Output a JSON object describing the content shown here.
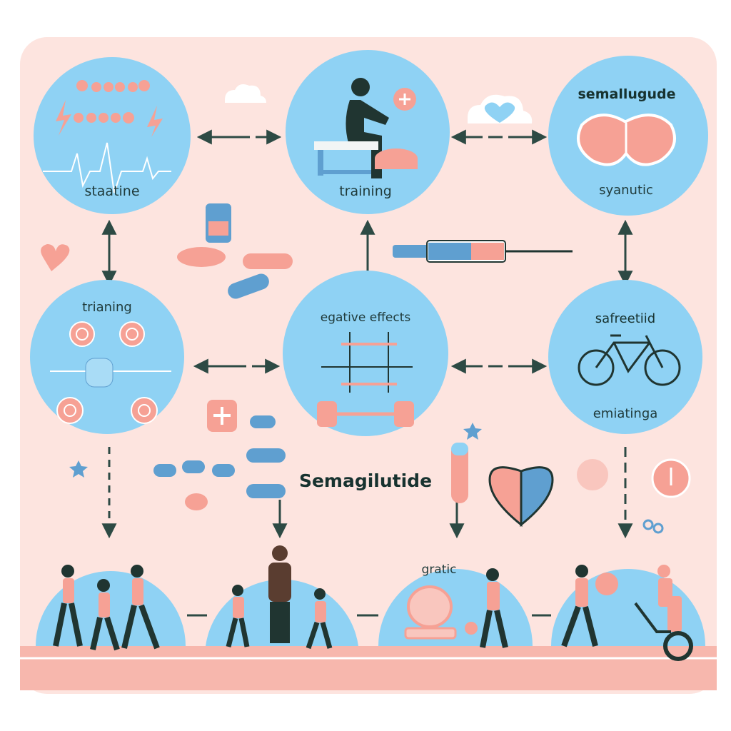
{
  "nodes": {
    "top_left": "staatine",
    "top_center": "training",
    "top_right_title": "semallugude",
    "top_right_sub": "syanutic",
    "mid_left": "trianing",
    "mid_center": "egative effects",
    "mid_right_title": "safreetiid",
    "mid_right_sub": "emiatinga",
    "bottom_center_right": "gratic"
  },
  "center_label": "Semagilutide",
  "colors": {
    "background": "#fde4df",
    "circle": "#8fd2f4",
    "accent_pink": "#f6a195",
    "ground": "#f7b7ad",
    "arrow": "#2d4a44"
  }
}
